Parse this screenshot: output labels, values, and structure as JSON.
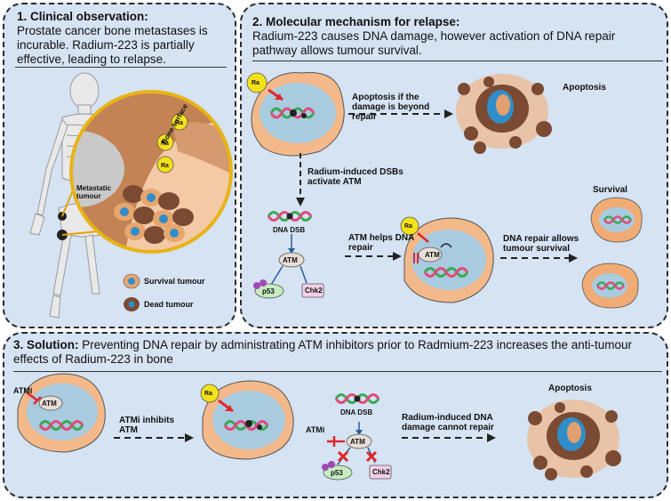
{
  "panel1": {
    "title": "1. Clinical observation:",
    "text": "Prostate cancer bone metastases is incurable. Radium-223 is partially effective, leading to relapse.",
    "bone_surface": "Bone surface",
    "metastatic_tumour": "Metastatic tumour",
    "legend": {
      "survival": "Survival tumour",
      "dead": "Dead tumour"
    }
  },
  "panel2": {
    "title": "2. Molecular mechanism for relapse:",
    "text": "Radium-223 causes DNA damage, however activation of DNA repair pathway allows tumour survival.",
    "apoptosis_if": "Apoptosis if the damage is beyond repair",
    "apoptosis": "Apoptosis",
    "dsb_activate": "Radium-induced DSBs activate ATM",
    "dna_dsb": "DNA DSB",
    "atm": "ATM",
    "p53": "p53",
    "chk2": "Chk2",
    "atm_helps": "ATM helps DNA repair",
    "repair_allows": "DNA repair allows tumour survival",
    "survival": "Survival"
  },
  "panel3": {
    "title_bold": "3. Solution:",
    "title_text": " Preventing DNA repair by administrating ATM inhibitors prior to Radmium-223 increases the anti-tumour effects of Radium-223 in bone",
    "atmi": "ATMi",
    "atm": "ATM",
    "atmi_inhibits": "ATMi inhibits ATM",
    "dna_dsb": "DNA DSB",
    "p53": "p53",
    "chk2": "Chk2",
    "cannot_repair": "Radium-induced DNA damage cannot repair",
    "apoptosis": "Apoptosis"
  },
  "ra_label": "Ra",
  "colors": {
    "panel_bg": "#d5e3f3",
    "cell_fill": "#f4b98a",
    "nucleus": "#a9cbe0",
    "ra_yellow": "#f5e11a",
    "dead_brown": "#7a4a32",
    "arrow_red": "#e0262a"
  }
}
